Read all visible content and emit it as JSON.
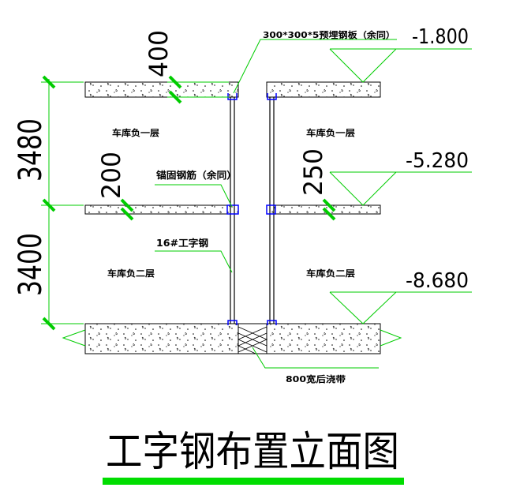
{
  "title": "工字钢布置立面图",
  "title_underline_color": "#00dd00",
  "accent_color": "#00cc00",
  "dimensions": {
    "left_upper": "3480",
    "left_lower": "3400",
    "slab_top_thickness": "400",
    "slab_mid_left_thickness": "200",
    "slab_mid_right_thickness": "250"
  },
  "elevations": {
    "top": "-1.800",
    "middle": "-5.280",
    "bottom": "-8.680"
  },
  "labels": {
    "embed_plate": "300*300*5预埋钢板（余同）",
    "anchor_rebar": "锚固钢筋（余同）",
    "i_beam": "16#工字钢",
    "pour_strip": "800宽后浇带",
    "garage_b1_left": "车库负一层",
    "garage_b1_right": "车库负一层",
    "garage_b2_left": "车库负二层",
    "garage_b2_right": "车库负二层"
  }
}
